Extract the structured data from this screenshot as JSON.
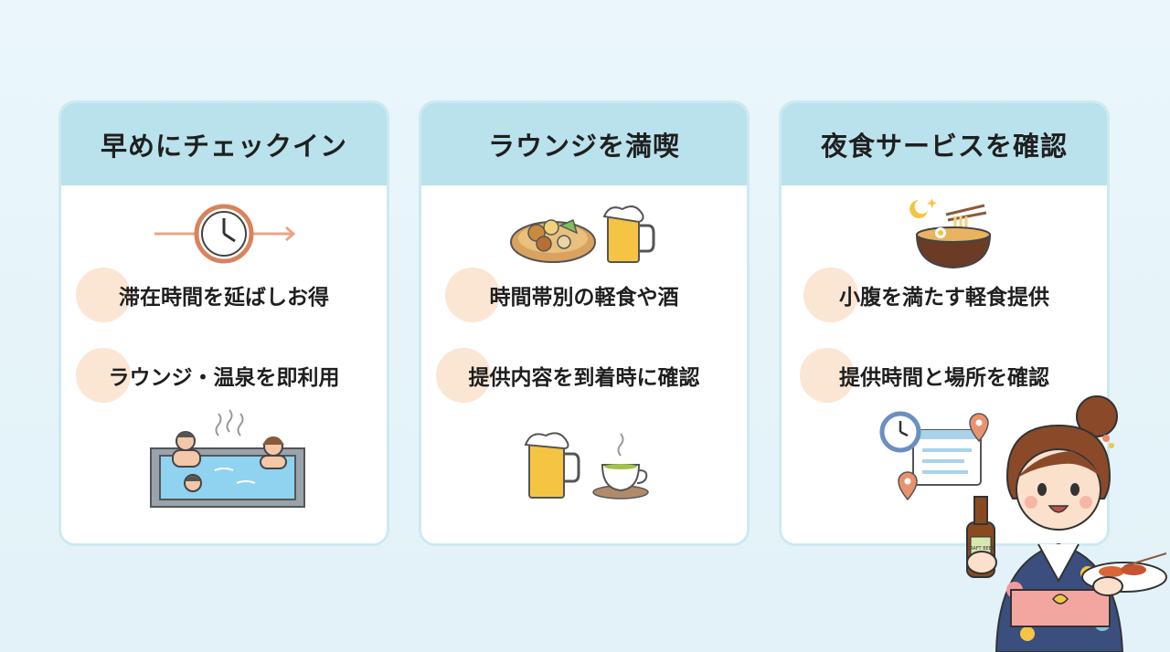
{
  "cards": [
    {
      "title": "早めにチェックイン",
      "items": [
        "滞在時間を延ばしお得",
        "ラウンジ・温泉を即利用"
      ],
      "icons": [
        "clock-arrow-icon",
        "hot-spring-bath-icon"
      ]
    },
    {
      "title": "ラウンジを満喫",
      "items": [
        "時間帯別の軽食や酒",
        "提供内容を到着時に確認"
      ],
      "icons": [
        "snack-platter-beer-icon",
        "beer-and-tea-icon"
      ]
    },
    {
      "title": "夜食サービスを確認",
      "items": [
        "小腹を満たす軽食提供",
        "提供時間と場所を確認"
      ],
      "icons": [
        "ramen-moon-icon",
        "clock-map-pin-icon"
      ]
    }
  ],
  "mascot": {
    "name": "yukata-woman-illustration",
    "bottle_label": "CRAFT BEER"
  },
  "colors": {
    "background": "#e6f4f9",
    "card_header": "#b9e2ec",
    "card_border": "#cde9f2",
    "bullet": "#fbe6d4",
    "accent_orange": "#e8926f"
  }
}
